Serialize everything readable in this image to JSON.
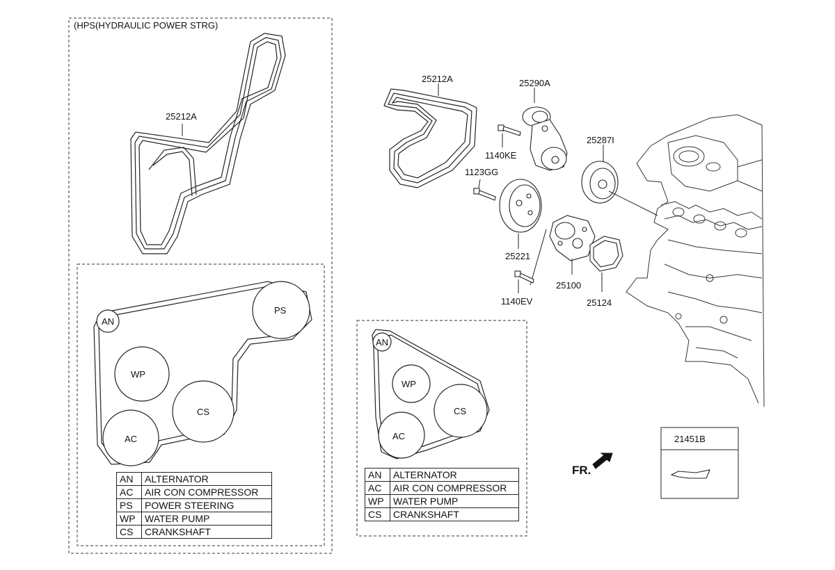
{
  "hps_panel": {
    "title": "(HPS(HYDRAULIC POWER STRG)"
  },
  "callouts": {
    "belt_hps": "25212A",
    "belt_main": "25212A",
    "tensioner": "25290A",
    "bolt_tensioner": "1140KE",
    "idler": "25287I",
    "bolt_idler": "1123GG",
    "pulley_wp": "25221",
    "water_pump": "25100",
    "gasket": "25124",
    "bolt_wp": "1140EV",
    "clip": "21451B"
  },
  "front_marker": "FR.",
  "pulleys": {
    "an": "AN",
    "ac": "AC",
    "ps": "PS",
    "wp": "WP",
    "cs": "CS"
  },
  "legend_hps": [
    {
      "code": "AN",
      "name": "ALTERNATOR"
    },
    {
      "code": "AC",
      "name": "AIR CON COMPRESSOR"
    },
    {
      "code": "PS",
      "name": "POWER STEERING"
    },
    {
      "code": "WP",
      "name": "WATER PUMP"
    },
    {
      "code": "CS",
      "name": "CRANKSHAFT"
    }
  ],
  "legend_std": [
    {
      "code": "AN",
      "name": "ALTERNATOR"
    },
    {
      "code": "AC",
      "name": "AIR CON COMPRESSOR"
    },
    {
      "code": "WP",
      "name": "WATER PUMP"
    },
    {
      "code": "CS",
      "name": "CRANKSHAFT"
    }
  ]
}
